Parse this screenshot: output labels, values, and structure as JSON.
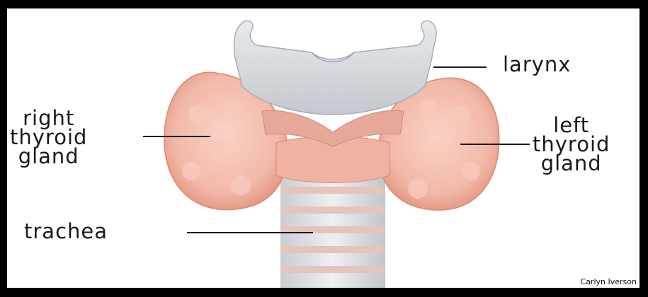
{
  "labels": {
    "larynx": "larynx",
    "right_thyroid": [
      "right",
      "thyroid",
      "gland"
    ],
    "left_thyroid": [
      "left",
      "thyroid",
      "gland"
    ],
    "trachea": "trachea"
  },
  "credit": "Carlyn Iverson",
  "colors": {
    "border": "#000000",
    "background": "#ffffff",
    "thyroid": "#f2b8a8",
    "thyroid_shade": "#e89a86",
    "cartilage": "#d9dce0",
    "trachea_ring": "#e0c6bf",
    "muscle": "#e6a898"
  }
}
